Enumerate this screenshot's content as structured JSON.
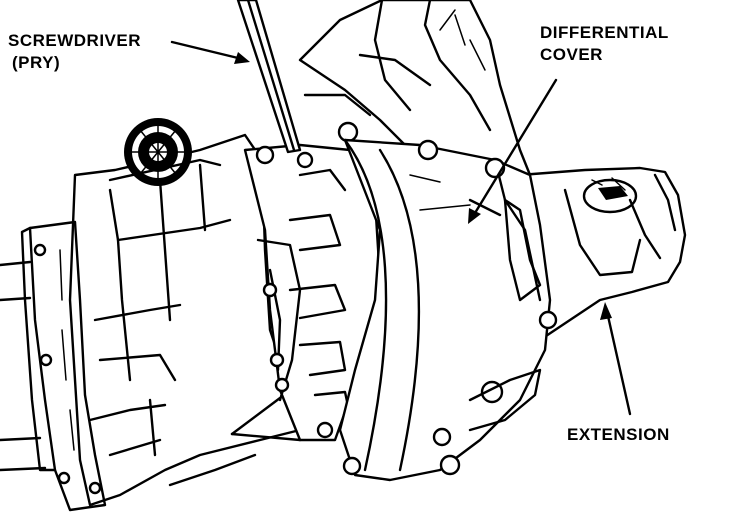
{
  "labels": {
    "screwdriver_line1": "SCREWDRIVER",
    "screwdriver_line2": "(PRY)",
    "differential_line1": "DIFFERENTIAL",
    "differential_line2": "COVER",
    "extension": "EXTENSION"
  },
  "colors": {
    "ink": "#000000",
    "paper": "#ffffff"
  }
}
